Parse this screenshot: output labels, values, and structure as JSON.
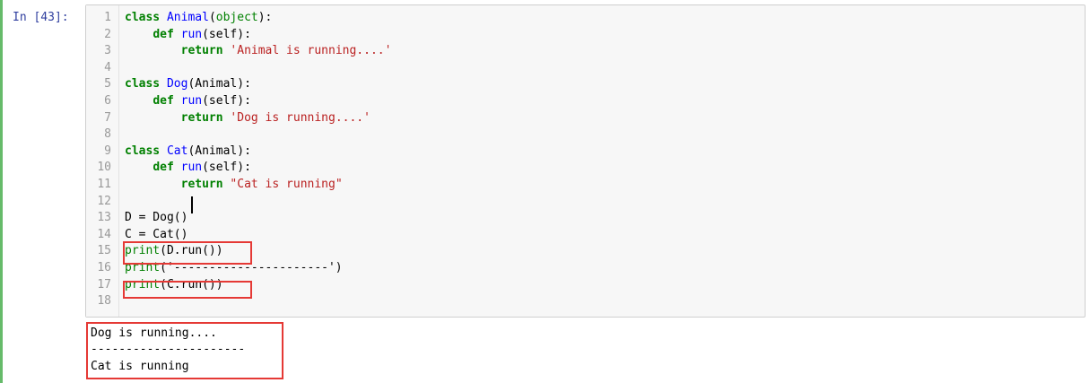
{
  "cell": {
    "prompt": "In [43]:",
    "lines": [
      {
        "n": "1",
        "tokens": [
          {
            "t": "class ",
            "c": "kw"
          },
          {
            "t": "Animal",
            "c": "nm"
          },
          {
            "t": "(",
            "c": ""
          },
          {
            "t": "object",
            "c": "bi"
          },
          {
            "t": "):",
            "c": ""
          }
        ]
      },
      {
        "n": "2",
        "tokens": [
          {
            "t": "    ",
            "c": ""
          },
          {
            "t": "def ",
            "c": "kw"
          },
          {
            "t": "run",
            "c": "nm"
          },
          {
            "t": "(self):",
            "c": ""
          }
        ]
      },
      {
        "n": "3",
        "tokens": [
          {
            "t": "        ",
            "c": ""
          },
          {
            "t": "return ",
            "c": "kw"
          },
          {
            "t": "'Animal is running....'",
            "c": "st"
          }
        ]
      },
      {
        "n": "4",
        "tokens": []
      },
      {
        "n": "5",
        "tokens": [
          {
            "t": "class ",
            "c": "kw"
          },
          {
            "t": "Dog",
            "c": "nm"
          },
          {
            "t": "(Animal):",
            "c": ""
          }
        ]
      },
      {
        "n": "6",
        "tokens": [
          {
            "t": "    ",
            "c": ""
          },
          {
            "t": "def ",
            "c": "kw"
          },
          {
            "t": "run",
            "c": "nm"
          },
          {
            "t": "(self):",
            "c": ""
          }
        ]
      },
      {
        "n": "7",
        "tokens": [
          {
            "t": "        ",
            "c": ""
          },
          {
            "t": "return ",
            "c": "kw"
          },
          {
            "t": "'Dog is running....'",
            "c": "st"
          }
        ]
      },
      {
        "n": "8",
        "tokens": []
      },
      {
        "n": "9",
        "tokens": [
          {
            "t": "class ",
            "c": "kw"
          },
          {
            "t": "Cat",
            "c": "nm"
          },
          {
            "t": "(Animal):",
            "c": ""
          }
        ]
      },
      {
        "n": "10",
        "tokens": [
          {
            "t": "    ",
            "c": ""
          },
          {
            "t": "def ",
            "c": "kw"
          },
          {
            "t": "run",
            "c": "nm"
          },
          {
            "t": "(self):",
            "c": ""
          }
        ]
      },
      {
        "n": "11",
        "tokens": [
          {
            "t": "        ",
            "c": ""
          },
          {
            "t": "return ",
            "c": "kw"
          },
          {
            "t": "\"Cat is running\"",
            "c": "st"
          }
        ]
      },
      {
        "n": "12",
        "tokens": []
      },
      {
        "n": "13",
        "tokens": [
          {
            "t": "D = Dog()",
            "c": ""
          }
        ]
      },
      {
        "n": "14",
        "tokens": [
          {
            "t": "C = Cat()",
            "c": ""
          }
        ]
      },
      {
        "n": "15",
        "tokens": [
          {
            "t": "print",
            "c": "bi"
          },
          {
            "t": "(D.run())",
            "c": ""
          }
        ]
      },
      {
        "n": "16",
        "tokens": [
          {
            "t": "print",
            "c": "bi"
          },
          {
            "t": "('----------------------')",
            "c": ""
          }
        ]
      },
      {
        "n": "17",
        "tokens": [
          {
            "t": "print",
            "c": "bi"
          },
          {
            "t": "(C.run())",
            "c": ""
          }
        ]
      },
      {
        "n": "18",
        "tokens": []
      }
    ]
  },
  "output": {
    "lines": [
      "Dog is running....",
      "----------------------",
      "Cat is running"
    ]
  },
  "colors": {
    "keyword": "#008000",
    "name": "#0000ff",
    "string": "#ba2121",
    "highlight_box": "#e53935",
    "prompt": "#303f9f"
  }
}
